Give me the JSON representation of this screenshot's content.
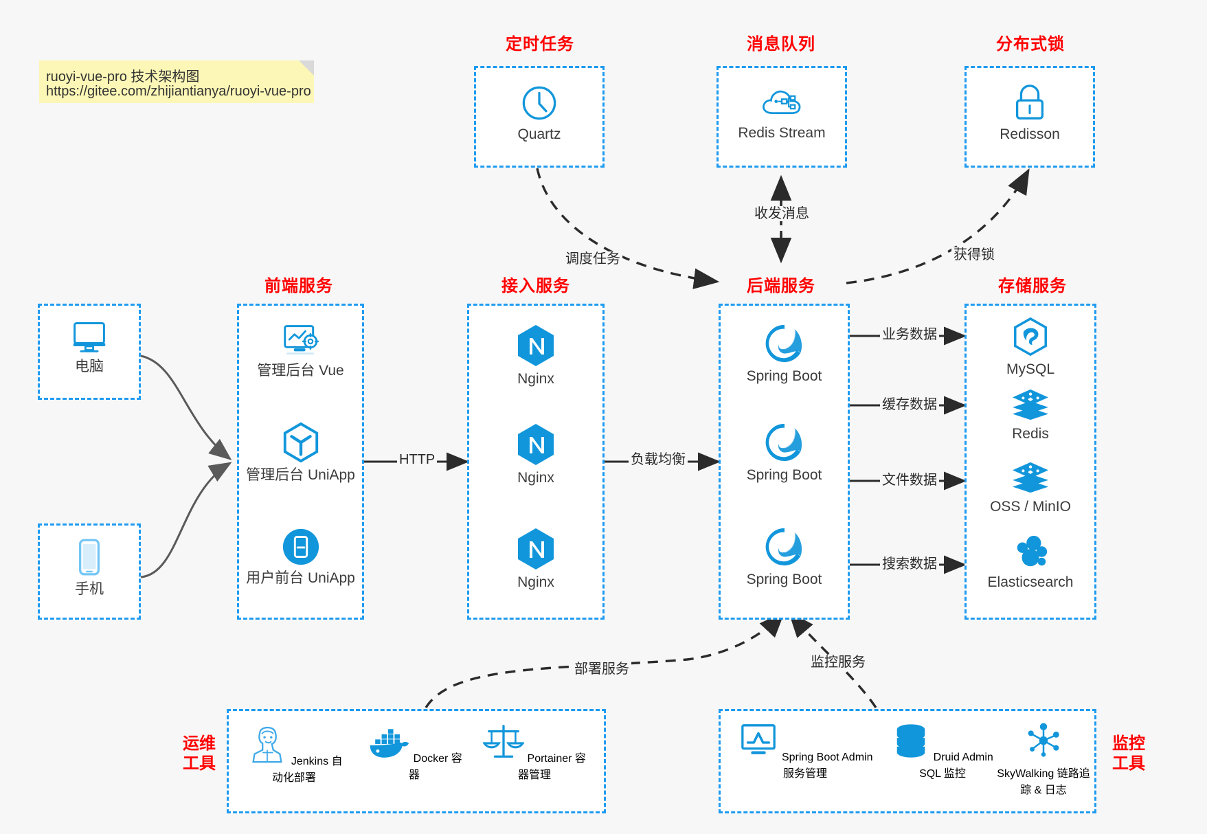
{
  "note": {
    "line1": "ruoyi-vue-pro 技术架构图",
    "line2": "https://gitee.com/zhijiantianya/ruoyi-vue-pro"
  },
  "groups": {
    "scheduler": {
      "title": "定时任务",
      "nodes": [
        {
          "label": "Quartz",
          "icon": "clock-icon"
        }
      ]
    },
    "mq": {
      "title": "消息队列",
      "nodes": [
        {
          "label": "Redis Stream",
          "icon": "cloud-stream-icon"
        }
      ]
    },
    "lock": {
      "title": "分布式锁",
      "nodes": [
        {
          "label": "Redisson",
          "icon": "padlock-icon"
        }
      ]
    },
    "devices": {
      "nodes": [
        {
          "label": "电脑",
          "icon": "desktop-icon"
        },
        {
          "label": "手机",
          "icon": "smartphone-icon"
        }
      ]
    },
    "frontend": {
      "title": "前端服务",
      "nodes": [
        {
          "label": "管理后台 Vue",
          "icon": "dashboard-gear-icon"
        },
        {
          "label": "管理后台 UniApp",
          "icon": "hexagon-cube-icon"
        },
        {
          "label": "用户前台 UniApp",
          "icon": "mobile-app-icon"
        }
      ]
    },
    "gateway": {
      "title": "接入服务",
      "nodes": [
        {
          "label": "Nginx",
          "icon": "nginx-icon"
        },
        {
          "label": "Nginx",
          "icon": "nginx-icon"
        },
        {
          "label": "Nginx",
          "icon": "nginx-icon"
        }
      ]
    },
    "backend": {
      "title": "后端服务",
      "nodes": [
        {
          "label": "Spring Boot",
          "icon": "spring-boot-icon"
        },
        {
          "label": "Spring Boot",
          "icon": "spring-boot-icon"
        },
        {
          "label": "Spring Boot",
          "icon": "spring-boot-icon"
        }
      ]
    },
    "storage": {
      "title": "存储服务",
      "nodes": [
        {
          "label": "MySQL",
          "icon": "mysql-icon"
        },
        {
          "label": "Redis",
          "icon": "redis-stack-icon"
        },
        {
          "label": "OSS / MinIO",
          "icon": "oss-stack-icon"
        },
        {
          "label": "Elasticsearch",
          "icon": "elasticsearch-icon"
        }
      ]
    },
    "devops": {
      "caption_line1": "运维",
      "caption_line2": "工具",
      "nodes": [
        {
          "label": "Jenkins",
          "sublabel": "自动化部署",
          "icon": "jenkins-icon"
        },
        {
          "label": "Docker",
          "sublabel": "容器",
          "icon": "docker-icon"
        },
        {
          "label": "Portainer",
          "sublabel": "容器管理",
          "icon": "scales-icon"
        }
      ]
    },
    "monitor": {
      "caption_line1": "监控",
      "caption_line2": "工具",
      "nodes": [
        {
          "label": "Spring Boot Admin",
          "sublabel": "服务管理",
          "icon": "monitor-chart-icon"
        },
        {
          "label": "Druid Admin",
          "sublabel": "SQL 监控",
          "icon": "database-icon"
        },
        {
          "label": "SkyWalking",
          "sublabel": "链路追踪 & 日志",
          "icon": "skywalking-icon"
        }
      ]
    }
  },
  "edges": {
    "http": "HTTP",
    "load_balance": "负载均衡",
    "schedule_task": "调度任务",
    "send_receive_message": "收发消息",
    "acquire_lock": "获得锁",
    "business_data": "业务数据",
    "cache_data": "缓存数据",
    "file_data": "文件数据",
    "search_data": "搜索数据",
    "deploy_service": "部署服务",
    "monitor_service": "监控服务"
  },
  "colors": {
    "accent_blue": "#1E9BF0",
    "icon_blue": "#1296DB",
    "title_red": "#FF0000",
    "background": "#F7F7F7",
    "arrow_dark": "#2B2B2B",
    "note_yellow": "#FCF7B6"
  }
}
